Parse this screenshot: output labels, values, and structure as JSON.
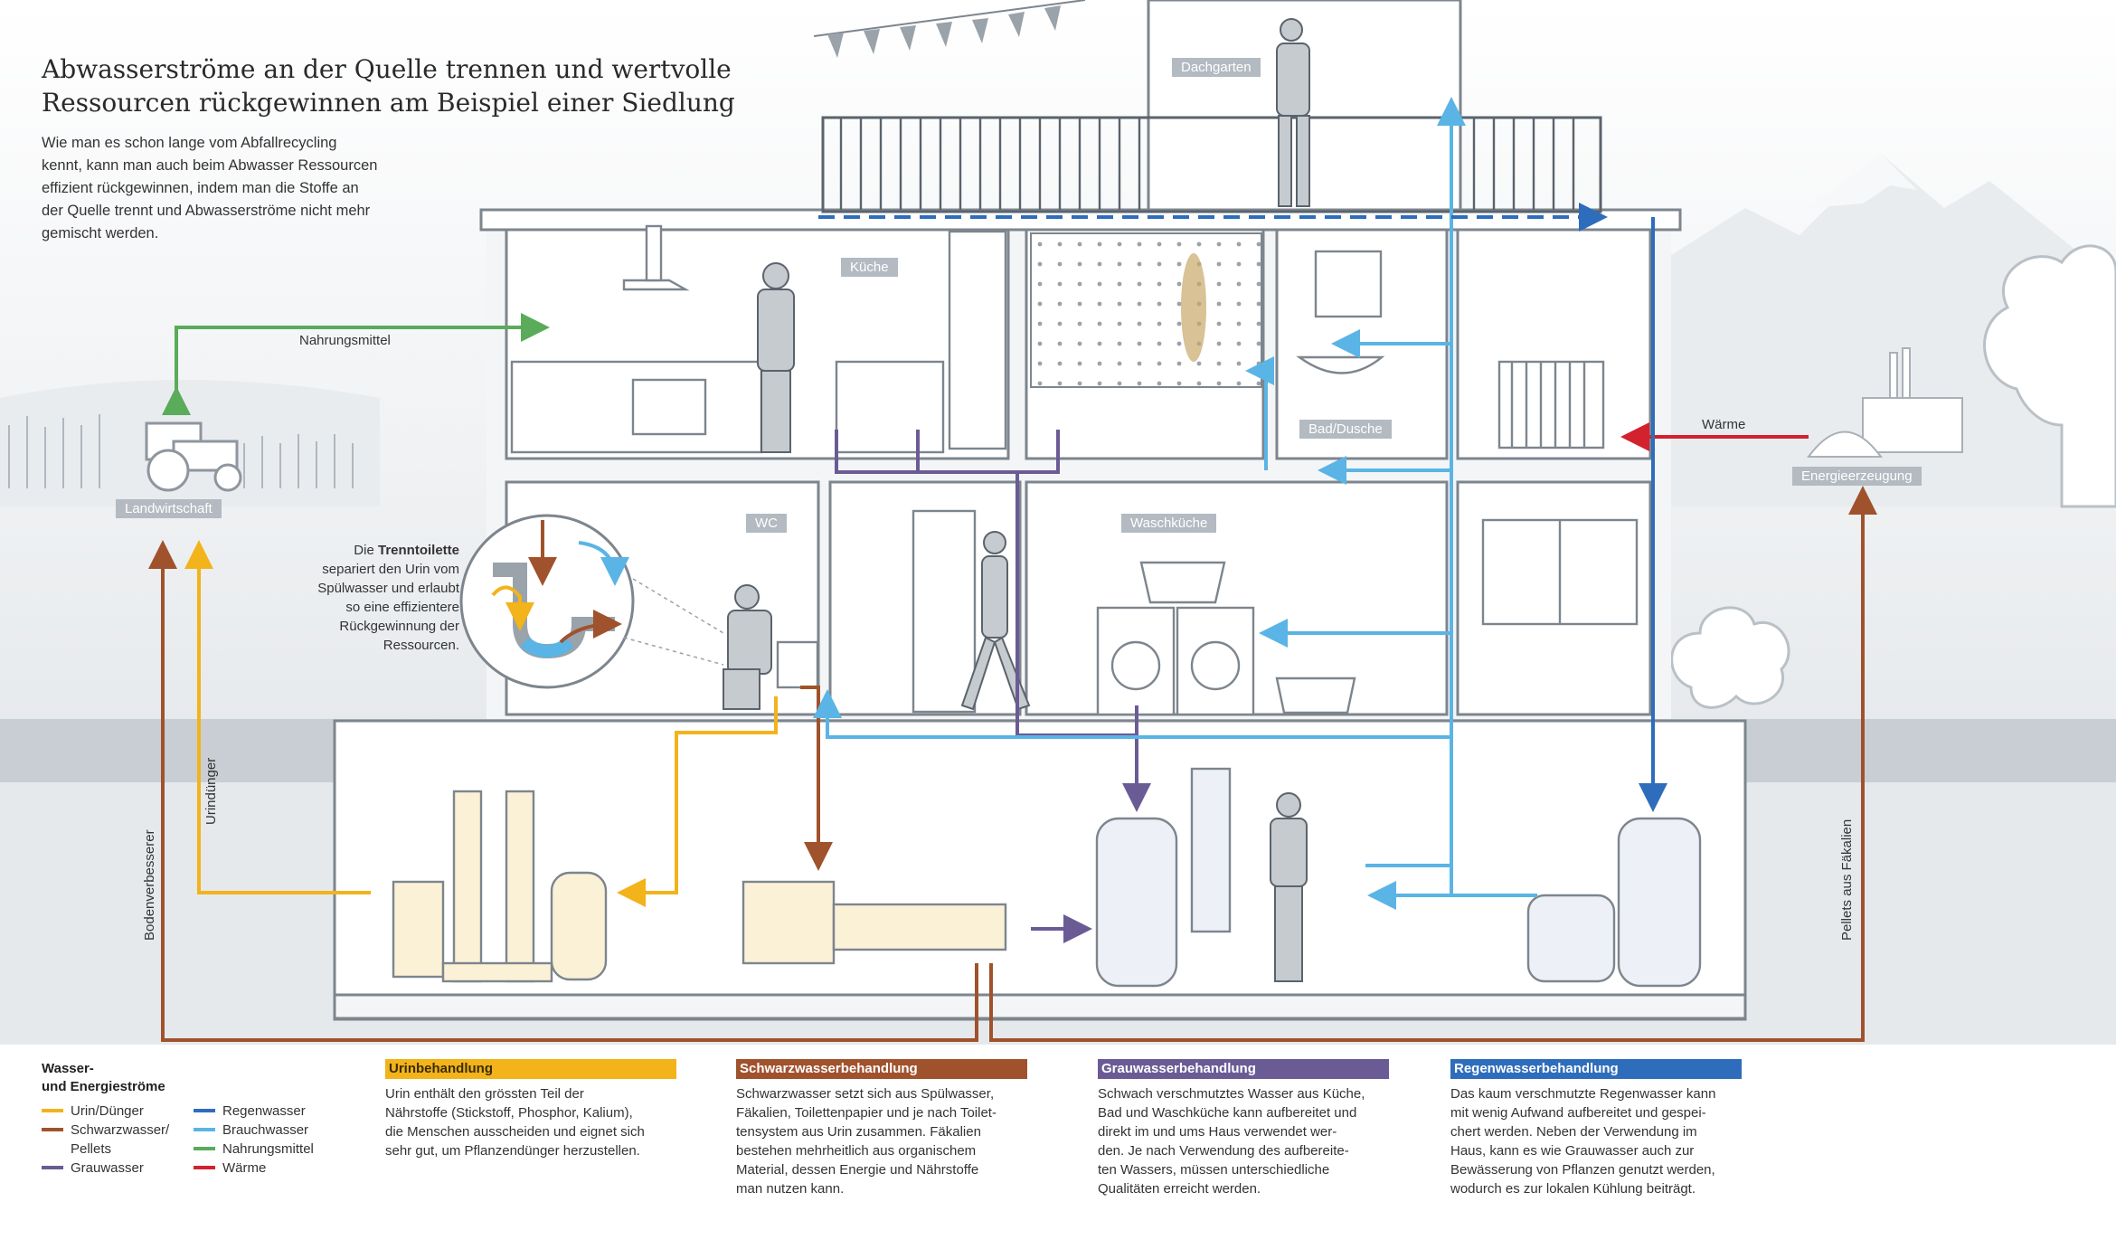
{
  "title_lines": [
    "Abwasserströme an der Quelle trennen und wertvolle",
    "Ressourcen rückgewinnen am Beispiel einer Siedlung"
  ],
  "intro_lines": [
    "Wie man es schon lange vom Abfallrecycling",
    "kennt, kann man auch beim Abwasser Ressourcen",
    "effizient rückgewinnen, indem man die Stoffe an",
    "der Quelle trennt und Abwasserströme nicht mehr",
    "gemischt werden."
  ],
  "rooms": {
    "dachgarten": "Dachgarten",
    "kueche": "Küche",
    "bad_dusche": "Bad/Dusche",
    "wc": "WC",
    "waschkueche": "Waschküche",
    "landwirtschaft": "Landwirtschaft",
    "energieerzeugung": "Energieerzeugung"
  },
  "flows": {
    "nahrungsmittel": "Nahrungsmittel",
    "waerme": "Wärme",
    "bodenverbesserer": "Bodenverbesserer",
    "urinduenger": "Urindünger",
    "pellets": "Pellets aus Fäkalien"
  },
  "trenntoilette": {
    "pre": "Die ",
    "bold": "Trenntoilette",
    "lines": [
      "separiert den Urin vom",
      "Spülwasser und erlaubt",
      "so eine effizientere",
      "Rückgewinnung der",
      "Ressourcen."
    ]
  },
  "legend": {
    "title_lines": [
      "Wasser-",
      "und Energieströme"
    ],
    "col1": [
      {
        "label": "Urin/Dünger",
        "color": "#f2b31b"
      },
      {
        "label": "Schwarzwasser/\nPellets",
        "color": "#a0522d"
      },
      {
        "label": "Grauwasser",
        "color": "#6b5b95"
      }
    ],
    "col2": [
      {
        "label": "Regenwasser",
        "color": "#2e6dbb"
      },
      {
        "label": "Brauchwasser",
        "color": "#5ab4e5"
      },
      {
        "label": "Nahrungsmittel",
        "color": "#5aab5a"
      },
      {
        "label": "Wärme",
        "color": "#d3212d"
      }
    ]
  },
  "sections": [
    {
      "heading": "Urinbehandlung",
      "color": "#f2b31b",
      "text_color": "#3a2c00",
      "lines": [
        "Urin enthält den grössten Teil der",
        "Nährstoffe (Stickstoff, Phosphor, Kalium),",
        "die Menschen ausscheiden und eignet sich",
        "sehr gut, um Pflanzendünger herzustellen."
      ]
    },
    {
      "heading": "Schwarzwasserbehandlung",
      "color": "#a0522d",
      "text_color": "#ffffff",
      "lines": [
        "Schwarzwasser setzt sich aus Spülwasser,",
        "Fäkalien, Toilettenpapier und je nach Toilet-",
        "tensystem aus Urin zusammen. Fäkalien",
        "bestehen mehrheitlich aus organischem",
        "Material, dessen Energie und Nährstoffe",
        "man nutzen kann."
      ]
    },
    {
      "heading": "Grauwasserbehandlung",
      "color": "#6b5b95",
      "text_color": "#ffffff",
      "lines": [
        "Schwach verschmutztes Wasser aus Küche,",
        "Bad und Waschküche kann aufbereitet und",
        "direkt im und ums Haus verwendet wer-",
        "den. Je nach Verwendung des aufbereite-",
        "ten Wassers, müssen unterschiedliche",
        "Qualitäten erreicht werden."
      ]
    },
    {
      "heading": "Regenwasserbehandlung",
      "color": "#2e6dbb",
      "text_color": "#ffffff",
      "lines": [
        "Das kaum verschmutzte Regenwasser kann",
        "mit wenig Aufwand aufbereitet und gespei-",
        "chert werden. Neben der Verwendung im",
        "Haus, kann es wie Grauwasser auch zur",
        "Bewässerung von Pflanzen genutzt werden,",
        "wodurch es zur lokalen Kühlung beiträgt."
      ]
    }
  ]
}
